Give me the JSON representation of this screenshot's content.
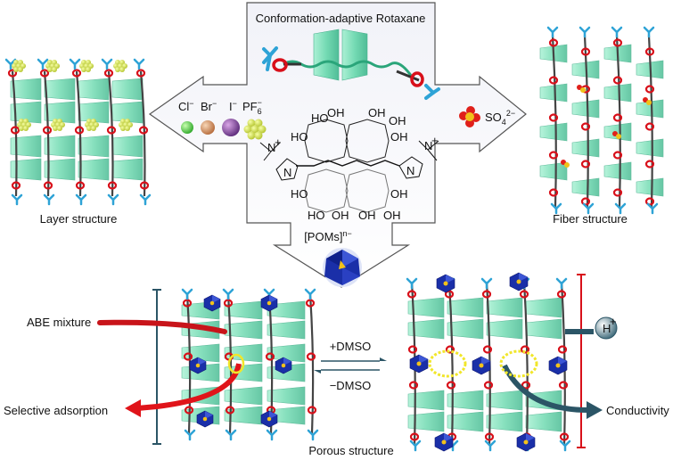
{
  "title": "Conformation-adaptive Rotaxane",
  "anions_left": {
    "cl": "Cl",
    "br": "Br",
    "i": "I",
    "pf": "PF",
    "pf_sub": "6",
    "minus": "−"
  },
  "anion_right": {
    "so": "SO",
    "sub": "4",
    "sup": "2−"
  },
  "pom": {
    "label": "[POMs]",
    "sup": "n−"
  },
  "structures": {
    "layer": "Layer structure",
    "fiber": "Fiber structure",
    "porous": "Porous structure"
  },
  "labels": {
    "abe": "ABE mixture",
    "selective": "Selective adsorption",
    "conductivity": "Conductivity",
    "h": "H",
    "h_sup": "+",
    "plus_dmso": "+DMSO",
    "minus_dmso": "−DMSO"
  },
  "chem": {
    "oh": "OH",
    "ho": "HO",
    "n": "N",
    "nplus": "N",
    "plus": "+"
  },
  "colors": {
    "cd_green": "#5fd6a8",
    "cd_dark": "#2aa57a",
    "red_arrow": "#e0141a",
    "dark_teal": "#2b5566",
    "pom_blue": "#1a2fa8",
    "ring_red": "#d8101a",
    "stopper_blue": "#2ea3d6",
    "yellow": "#f1e62a"
  }
}
